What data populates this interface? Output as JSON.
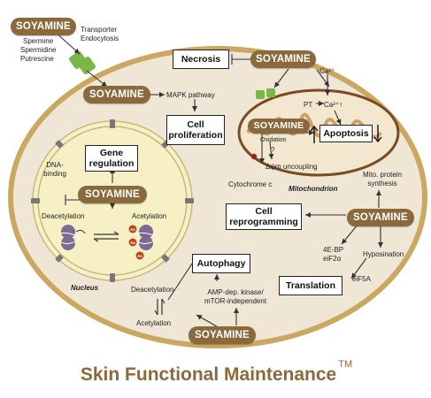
{
  "pills": {
    "top_left": "SOYAMINE",
    "mapk": "SOYAMINE",
    "necrosis": "SOYAMINE",
    "mito": "SOYAMINE",
    "nucleus": "SOYAMINE",
    "right": "SOYAMINE",
    "bottom": "SOYAMINE"
  },
  "boxes": {
    "necrosis": "Necrosis",
    "cell_proliferation": "Cell proliferation",
    "apoptosis": "Apoptosis",
    "gene_regulation": "Gene regulation",
    "cell_reprogramming": "Cell reprogramming",
    "autophagy": "Autophagy",
    "translation": "Translation"
  },
  "labels": {
    "polyamines": [
      "Spermine",
      "Spermidine",
      "Putrescine"
    ],
    "transporter": [
      "Transporter",
      "Endocytosis"
    ],
    "mapk_pathway": "MAPK pathway",
    "ca2": "Ca²⁺",
    "pt": "PT",
    "ca2_up": "Ca²⁺↑",
    "oxidation": "Oxidation",
    "question": "?",
    "dpsi": "Δψm uncoupling",
    "cytochrome": "Cytochrome c",
    "mitochondrion": "Mitochondrion",
    "dna_binding": [
      "DNA-",
      "binding"
    ],
    "deacetylation_nuc": "Deacetylation",
    "acetylation_nuc": "Acetylation",
    "nucleus": "Nucleus",
    "mito_protein": [
      "Mito. protein",
      "synthesis"
    ],
    "eif": [
      "4E-BP",
      "eiF2α"
    ],
    "hyposination": "Hyposination",
    "eif5a": "eiF5A",
    "deacetylation_cyto": "Deacetylation",
    "acetylation_cyto": "Acetylation",
    "amp_kinase": [
      "AMP-dep. kinase/",
      "mTOR-independent"
    ],
    "ac": "Ac"
  },
  "footer": {
    "title": "Skin Functional Maintenance",
    "tm": "TM"
  },
  "colors": {
    "pill": "#8a6a3c",
    "cell_fill": "#efe6d6",
    "cell_border": "#caa862",
    "nucleus_fill": "#f6f0c4",
    "mito_fill": "#f3e8cf",
    "mito_outline": "#7a4a22",
    "transporter": "#7ab648",
    "histone": "#7d6a91",
    "ac_dot": "#b8471e",
    "footer": "#8a6a3c"
  }
}
